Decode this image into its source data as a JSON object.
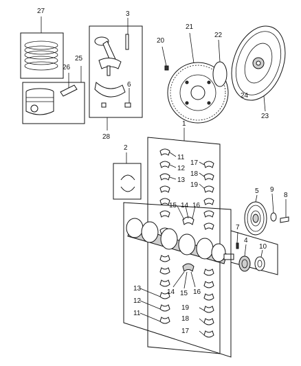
{
  "diagram": {
    "callouts": [
      {
        "id": "27",
        "text": "27"
      },
      {
        "id": "26",
        "text": "26"
      },
      {
        "id": "25",
        "text": "25"
      },
      {
        "id": "3",
        "text": "3"
      },
      {
        "id": "6",
        "text": "6"
      },
      {
        "id": "28",
        "text": "28"
      },
      {
        "id": "21",
        "text": "21"
      },
      {
        "id": "20",
        "text": "20"
      },
      {
        "id": "22",
        "text": "22"
      },
      {
        "id": "24",
        "text": "24"
      },
      {
        "id": "23",
        "text": "23"
      },
      {
        "id": "1",
        "text": "1"
      },
      {
        "id": "2",
        "text": "2"
      },
      {
        "id": "11a",
        "text": "11"
      },
      {
        "id": "12a",
        "text": "12"
      },
      {
        "id": "13a",
        "text": "13"
      },
      {
        "id": "17a",
        "text": "17"
      },
      {
        "id": "18a",
        "text": "18"
      },
      {
        "id": "19a",
        "text": "19"
      },
      {
        "id": "15a",
        "text": "15"
      },
      {
        "id": "14a",
        "text": "14"
      },
      {
        "id": "16a",
        "text": "16"
      },
      {
        "id": "5",
        "text": "5"
      },
      {
        "id": "9",
        "text": "9"
      },
      {
        "id": "8",
        "text": "8"
      },
      {
        "id": "7",
        "text": "7"
      },
      {
        "id": "4",
        "text": "4"
      },
      {
        "id": "10",
        "text": "10"
      },
      {
        "id": "14b",
        "text": "14"
      },
      {
        "id": "15b",
        "text": "15"
      },
      {
        "id": "16b",
        "text": "16"
      },
      {
        "id": "13b",
        "text": "13"
      },
      {
        "id": "12b",
        "text": "12"
      },
      {
        "id": "11b",
        "text": "11"
      },
      {
        "id": "19b",
        "text": "19"
      },
      {
        "id": "18b",
        "text": "18"
      },
      {
        "id": "17b",
        "text": "17"
      }
    ]
  }
}
